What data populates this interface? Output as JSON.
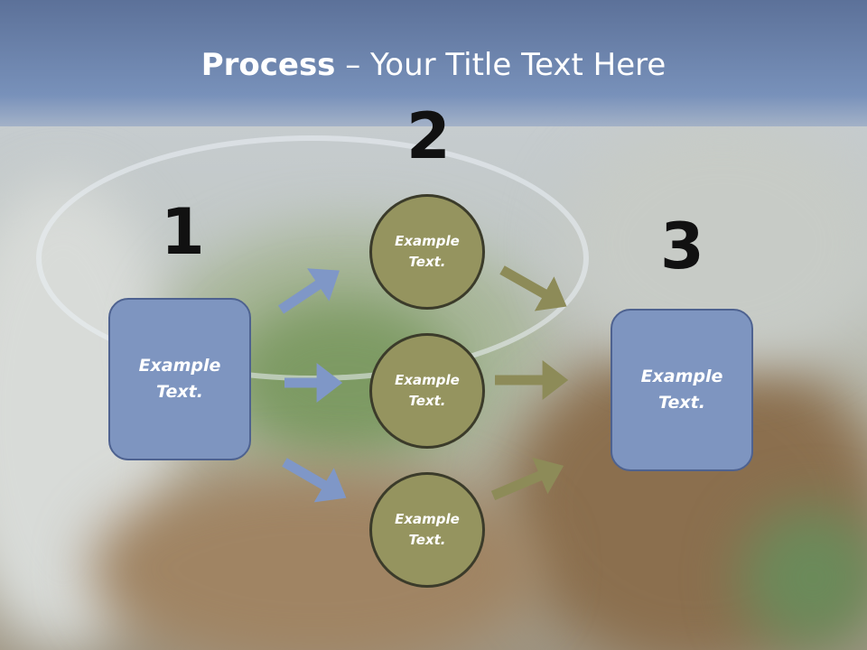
{
  "title": {
    "bold": "Process",
    "rest": " – Your Title Text Here"
  },
  "steps": {
    "one": "1",
    "two": "2",
    "three": "3"
  },
  "boxes": {
    "left": [
      "Example",
      "Text."
    ],
    "right": [
      "Example",
      "Text."
    ]
  },
  "circles": [
    [
      "Example",
      "Text."
    ],
    [
      "Example",
      "Text."
    ],
    [
      "Example",
      "Text."
    ]
  ],
  "colors": {
    "box": "#7e95c0",
    "circle": "#95945f",
    "arrow_blue": "#7f97c7",
    "arrow_olive": "#8d8b58"
  }
}
